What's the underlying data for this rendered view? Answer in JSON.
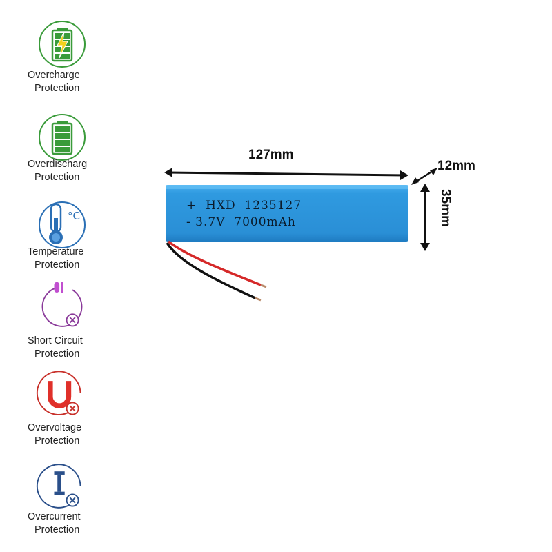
{
  "features": [
    {
      "name": "overcharge",
      "line1": "Overcharge",
      "line2": "Protection",
      "color": "#3a9b3a",
      "icon": "battery-charging-icon"
    },
    {
      "name": "overdischarge",
      "line1": "Overdischarge",
      "line2": "Protection",
      "color": "#3a9b3a",
      "icon": "battery-full-icon"
    },
    {
      "name": "temperature",
      "line1": "Temperature",
      "line2": "Protection",
      "color": "#2a6fb5",
      "icon": "thermometer-icon"
    },
    {
      "name": "short-circuit",
      "line1": "Short Circuit",
      "line2": "Protection",
      "color": "#8a3a9a",
      "icon": "short-circuit-icon"
    },
    {
      "name": "overvoltage",
      "line1": "Overvoltage",
      "line2": "Protection",
      "color": "#c8302a",
      "icon": "voltage-icon"
    },
    {
      "name": "overcurrent",
      "line1": "Overcurrent",
      "line2": "Protection",
      "color": "#2a4f8a",
      "icon": "current-icon"
    }
  ],
  "dimensions": {
    "length": "127mm",
    "thickness": "12mm",
    "width": "35mm"
  },
  "battery": {
    "line1_sign": "+",
    "line1_text": "HXD  1235127",
    "line2_sign": "-",
    "line2_text": "3.7V  7000mAh",
    "color": "#2f9ae0"
  },
  "temp_unit": "°C"
}
